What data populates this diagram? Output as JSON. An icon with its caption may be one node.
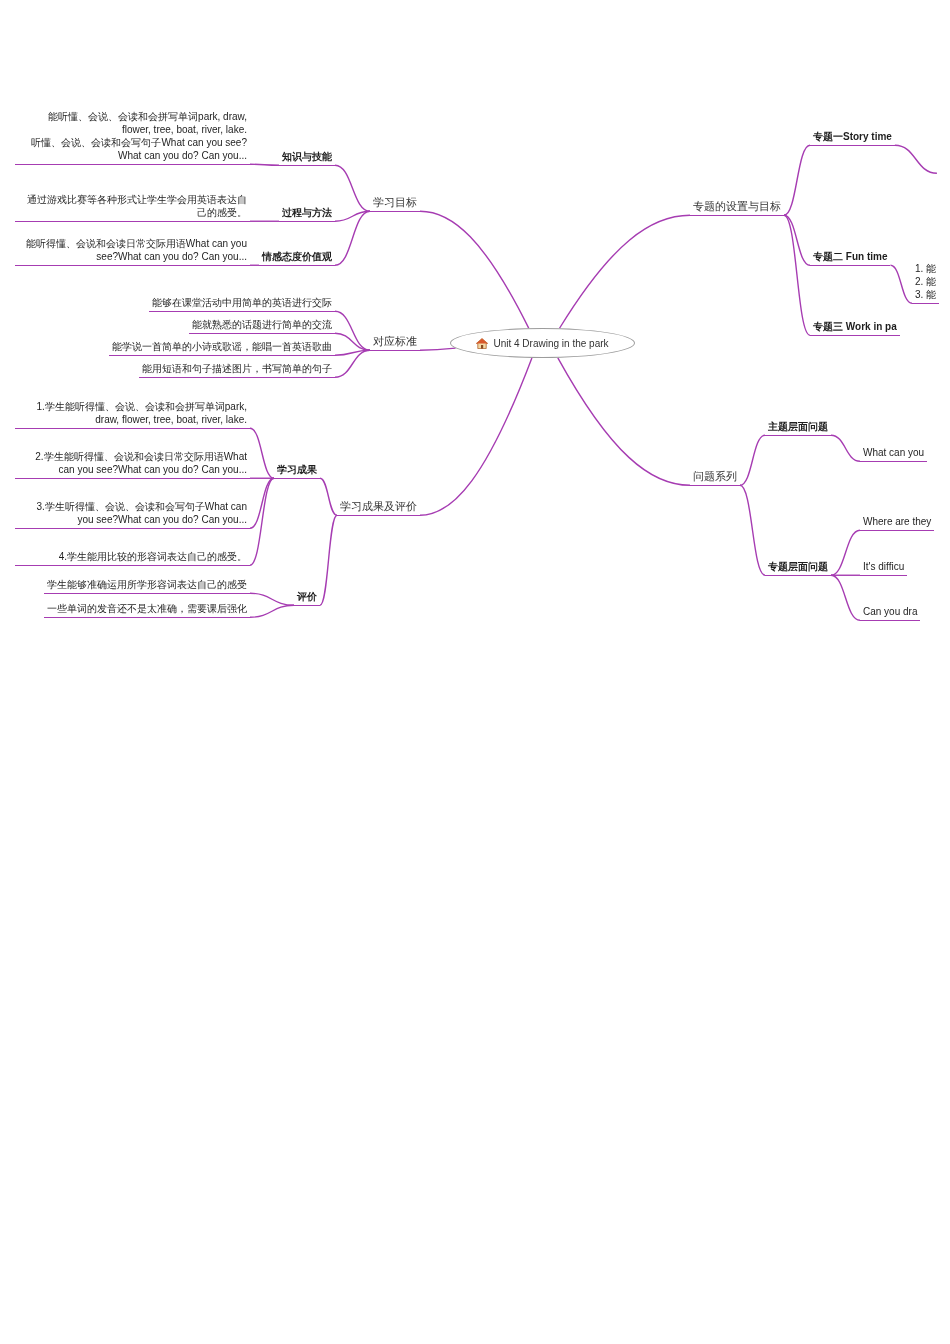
{
  "diagram": {
    "nodes": [
      {
        "text": [
          "Unit 4 Drawing in the park"
        ]
      },
      {
        "text": [
          "学习目标"
        ]
      },
      {
        "text": [
          "知识与技能"
        ]
      },
      {
        "text": [
          "能听懂、会说、会读和会拼写单词park, draw, flower, tree, boat, river, lake.",
          "听懂、会说、会读和会写句子What can you see?What can you do? Can you..."
        ]
      },
      {
        "text": [
          "过程与方法"
        ]
      },
      {
        "text": [
          "通过游戏比赛等各种形式让学生学会用英语表达自己的感受。"
        ]
      },
      {
        "text": [
          "情感态度价值观"
        ]
      },
      {
        "text": [
          "能听得懂、会说和会读日常交际用语What can you see?What can you do? Can you..."
        ]
      },
      {
        "text": [
          "对应标准"
        ]
      },
      {
        "text": [
          "能够在课堂活动中用简单的英语进行交际"
        ]
      },
      {
        "text": [
          "能就熟悉的话题进行简单的交流"
        ]
      },
      {
        "text": [
          "能学说一首简单的小诗或歌谣，能唱一首英语歌曲"
        ]
      },
      {
        "text": [
          "能用短语和句子描述图片，书写简单的句子"
        ]
      },
      {
        "text": [
          "学习成果及评价"
        ]
      },
      {
        "text": [
          "学习成果"
        ]
      },
      {
        "text": [
          "1.学生能听得懂、会说、会读和会拼写单词park, draw, flower, tree, boat, river, lake."
        ]
      },
      {
        "text": [
          "2.学生能听得懂、会说和会读日常交际用语What can you see?What can you do? Can you..."
        ]
      },
      {
        "text": [
          "3.学生听得懂、会说、会读和会写句子What can you see?What can you do? Can you..."
        ]
      },
      {
        "text": [
          "4.学生能用比较的形容词表达自己的感受。"
        ]
      },
      {
        "text": [
          "评价"
        ]
      },
      {
        "text": [
          "学生能够准确运用所学形容词表达自己的感受"
        ]
      },
      {
        "text": [
          "一些单词的发音还不是太准确，需要课后强化"
        ]
      },
      {
        "text": [
          "专题的设置与目标"
        ]
      },
      {
        "text": [
          "专题一Story time"
        ]
      },
      {
        "text": [
          "专题二 Fun time"
        ]
      },
      {
        "text": [
          "1. 能",
          "2. 能",
          "3. 能"
        ]
      },
      {
        "text": [
          "专题三 Work in pa"
        ]
      },
      {
        "text": [
          "问题系列"
        ]
      },
      {
        "text": [
          "主题层面问题"
        ]
      },
      {
        "text": [
          "What can you"
        ]
      },
      {
        "text": [
          "专题层面问题"
        ]
      },
      {
        "text": [
          "Where are they"
        ]
      },
      {
        "text": [
          "It's difficu"
        ]
      },
      {
        "text": [
          "Can you dra"
        ]
      }
    ],
    "edges": [
      {
        "from": 0,
        "to": 1,
        "arrow": "none"
      },
      {
        "from": 1,
        "to": 2,
        "arrow": "none"
      },
      {
        "from": 2,
        "to": 3,
        "arrow": "none"
      },
      {
        "from": 1,
        "to": 4,
        "arrow": "none"
      },
      {
        "from": 4,
        "to": 5,
        "arrow": "none"
      },
      {
        "from": 1,
        "to": 6,
        "arrow": "none"
      },
      {
        "from": 6,
        "to": 7,
        "arrow": "none"
      },
      {
        "from": 0,
        "to": 8,
        "arrow": "none"
      },
      {
        "from": 8,
        "to": 9,
        "arrow": "none"
      },
      {
        "from": 8,
        "to": 10,
        "arrow": "none"
      },
      {
        "from": 8,
        "to": 11,
        "arrow": "none"
      },
      {
        "from": 8,
        "to": 12,
        "arrow": "none"
      },
      {
        "from": 0,
        "to": 13,
        "arrow": "none"
      },
      {
        "from": 13,
        "to": 14,
        "arrow": "none"
      },
      {
        "from": 14,
        "to": 15,
        "arrow": "none"
      },
      {
        "from": 14,
        "to": 16,
        "arrow": "none"
      },
      {
        "from": 14,
        "to": 17,
        "arrow": "none"
      },
      {
        "from": 14,
        "to": 18,
        "arrow": "none"
      },
      {
        "from": 13,
        "to": 19,
        "arrow": "none"
      },
      {
        "from": 19,
        "to": 20,
        "arrow": "none"
      },
      {
        "from": 19,
        "to": 21,
        "arrow": "none"
      },
      {
        "from": 0,
        "to": 22,
        "arrow": "none"
      },
      {
        "from": 22,
        "to": 23,
        "arrow": "none"
      },
      {
        "from": 23,
        "to": null,
        "arrow": "none"
      },
      {
        "from": 22,
        "to": 24,
        "arrow": "none"
      },
      {
        "from": 24,
        "to": 25,
        "arrow": "none"
      },
      {
        "from": 22,
        "to": 26,
        "arrow": "none"
      },
      {
        "from": 0,
        "to": 27,
        "arrow": "none"
      },
      {
        "from": 27,
        "to": 28,
        "arrow": "none"
      },
      {
        "from": 28,
        "to": 29,
        "arrow": "none"
      },
      {
        "from": 27,
        "to": 30,
        "arrow": "none"
      },
      {
        "from": 30,
        "to": 31,
        "arrow": "none"
      },
      {
        "from": 30,
        "to": 32,
        "arrow": "none"
      },
      {
        "from": 30,
        "to": 33,
        "arrow": "none"
      }
    ]
  }
}
